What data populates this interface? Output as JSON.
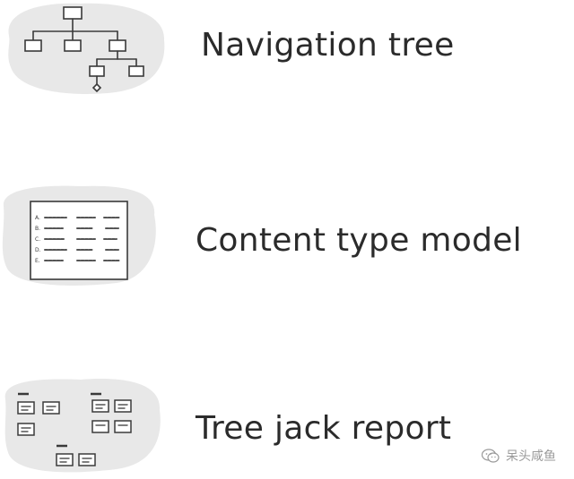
{
  "items": [
    {
      "label": "Navigation tree",
      "icon": "navigation-tree-icon"
    },
    {
      "label": "Content type model",
      "icon": "content-type-model-icon",
      "row_letters": [
        "A.",
        "B.",
        "C.",
        "D.",
        "E."
      ]
    },
    {
      "label": "Tree jack report",
      "icon": "tree-jack-report-icon"
    }
  ],
  "watermark": {
    "text": "呆头咸鱼",
    "icon": "wechat-icon"
  },
  "colors": {
    "text": "#2b2b2b",
    "sketch": "#3a3a3a",
    "smudge": "#e8e8e8"
  }
}
